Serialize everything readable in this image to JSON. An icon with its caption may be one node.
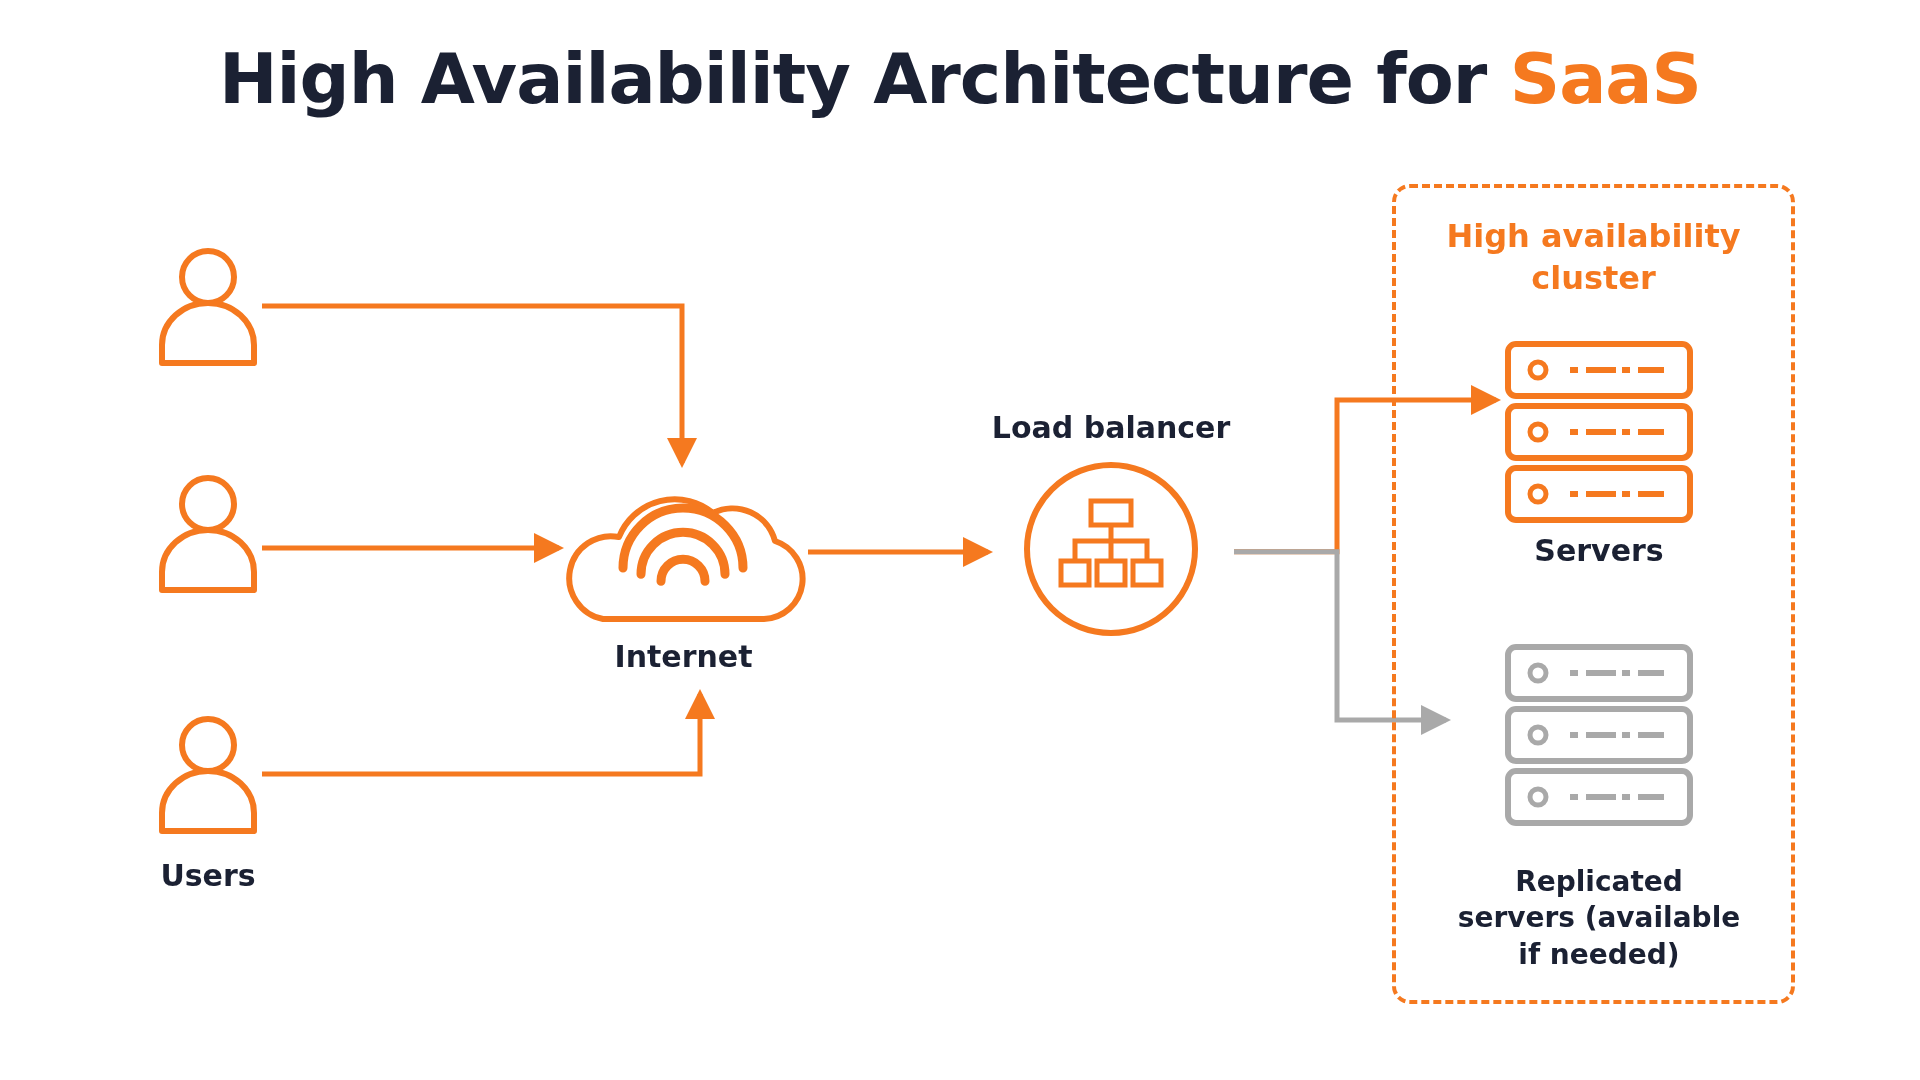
{
  "diagram": {
    "title": "High Availability Architecture for SaaS",
    "nodes": [
      {
        "text": [],
        "shape": "person"
      },
      {
        "text": [],
        "shape": "person"
      },
      {
        "text": [],
        "shape": "person"
      },
      {
        "text": [
          "Internet"
        ]
      },
      {
        "text": [
          "Load balancer"
        ]
      },
      {
        "text": [
          "High availability cluster"
        ]
      },
      {
        "text": [
          "Servers"
        ],
        "in": 5
      },
      {
        "text": [
          "Replicated servers (available if needed)"
        ],
        "in": 5
      }
    ],
    "edges": [
      {
        "from": 0,
        "to": 3,
        "arrow": "to"
      },
      {
        "from": 1,
        "to": 3,
        "arrow": "to"
      },
      {
        "from": 2,
        "to": 3,
        "arrow": "to"
      },
      {
        "from": 3,
        "to": 4,
        "arrow": "to"
      },
      {
        "from": 4,
        "to": 6,
        "arrow": "to"
      },
      {
        "from": 4,
        "to": 7,
        "arrow": "to",
        "color": "#a9a9a9"
      }
    ],
    "labels": [
      "Users"
    ]
  }
}
